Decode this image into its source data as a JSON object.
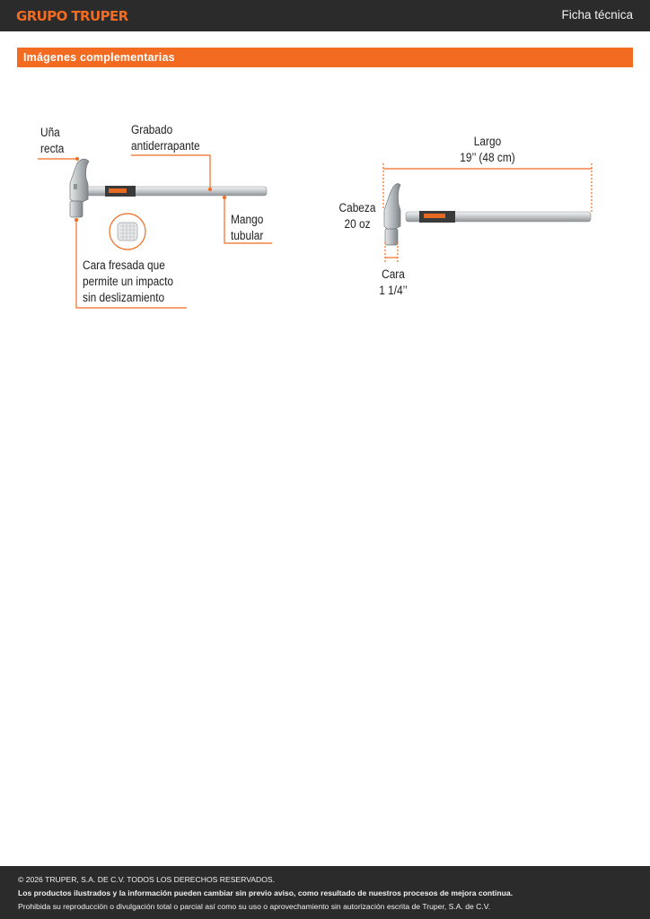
{
  "header": {
    "brand": "GRUPO TRUPER",
    "doc_type": "Ficha técnica"
  },
  "section": {
    "title": "Imágenes complementarias"
  },
  "figure_left": {
    "label_claw": "Uña\nrecta",
    "label_grip": "Grabado\nantiderrapante",
    "label_handle": "Mango\ntubular",
    "label_face": "Cara fresada que\npermite un impacto\nsin deslizamiento"
  },
  "figure_right": {
    "label_length": "Largo",
    "label_length_value": "19’’ (48 cm)",
    "label_head": "Cabeza\n20 oz",
    "label_face_size": "Cara\n1 1/4’’"
  },
  "footer": {
    "copyright": "© 2026 TRUPER, S.A. DE C.V. TODOS LOS DERECHOS RESERVADOS.",
    "notice": "Los productos ilustrados y la información pueden cambiar sin previo aviso, como resultado de nuestros procesos de mejora continua.",
    "prohibition": "Prohibida su reproducción o divulgación total o parcial así como su uso o aprovechamiento sin autorización escrita de Truper, S.A. de C.V."
  },
  "colors": {
    "accent": "#f26b21",
    "dark_bar": "#2b2b2b"
  }
}
